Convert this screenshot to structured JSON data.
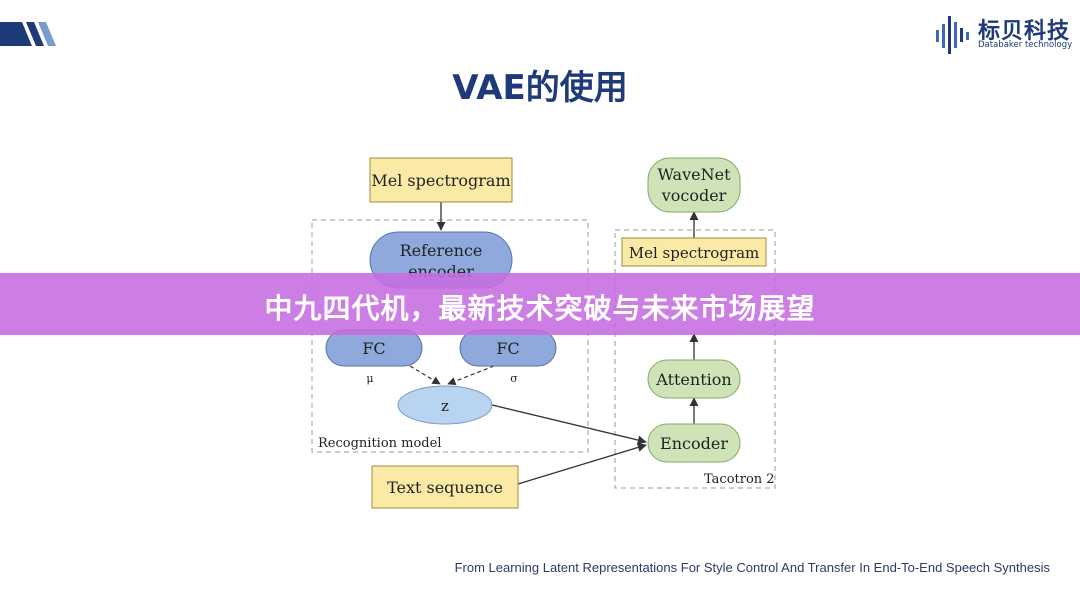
{
  "slide": {
    "title": "VAE的使用",
    "caption": "From Learning Latent Representations For Style Control And Transfer  In End-To-End Speech Synthesis"
  },
  "logo": {
    "name_cn": "标贝科技",
    "name_en": "Databaker technology",
    "icon": "sound-wave-icon"
  },
  "banner": {
    "text": "中九四代机，最新技术突破与未来市场展望"
  },
  "diagram": {
    "recognition": {
      "mel": "Mel spectrogram",
      "ref_line1": "Reference",
      "ref_line2": "encoder",
      "fc_mu": "FC",
      "fc_sigma": "FC",
      "mu": "μ",
      "sigma": "σ",
      "z": "z",
      "group_label": "Recognition model"
    },
    "text_sequence": "Text sequence",
    "tacotron": {
      "wavenet_line1": "WaveNet",
      "wavenet_line2": "vocoder",
      "mel": "Mel spectrogram",
      "attention": "Attention",
      "encoder": "Encoder",
      "group_label": "Tacotron 2"
    }
  },
  "colors": {
    "title": "#1e3a78",
    "banner": "#c66ce0",
    "yellow_box": "#fbe9a6",
    "blue_node": "#8fa9dc",
    "green_node": "#cfe3b8"
  }
}
